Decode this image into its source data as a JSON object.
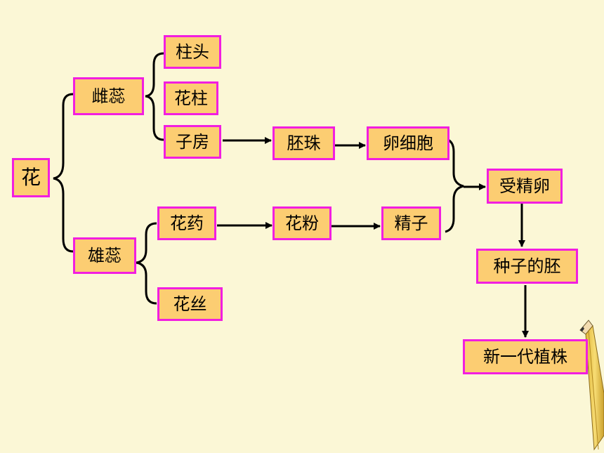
{
  "diagram": {
    "nodes": {
      "flower": "花",
      "pistil": "雌蕊",
      "stigma": "柱头",
      "style": "花柱",
      "ovary": "子房",
      "ovule": "胚珠",
      "egg_cell": "卵细胞",
      "fertilized_egg": "受精卵",
      "stamen": "雄蕊",
      "anther": "花药",
      "filament": "花丝",
      "pollen": "花粉",
      "sperm": "精子",
      "seed_embryo": "种子的胚",
      "new_plant": "新一代植株"
    },
    "colors": {
      "background": "#fbf7d6",
      "box_fill": "#fccd72",
      "box_border": "#f21ee0",
      "line": "#000000"
    },
    "decoration": "pencil"
  }
}
